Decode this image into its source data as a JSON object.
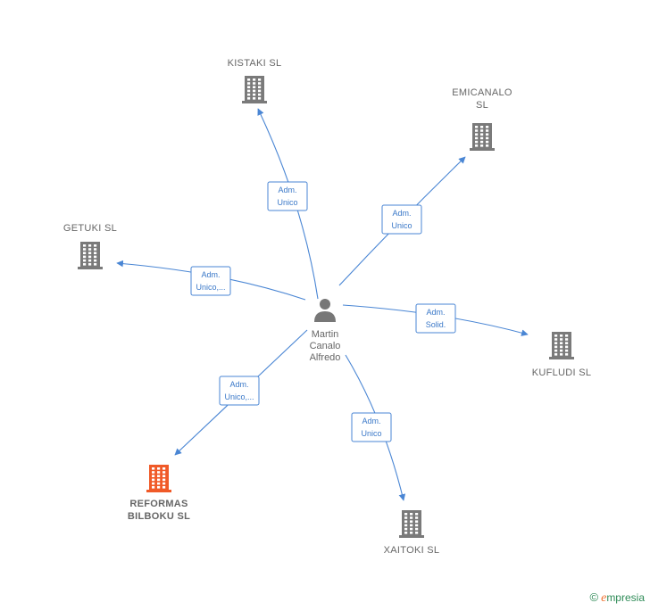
{
  "center": {
    "lines": [
      "Martin",
      "Canalo",
      "Alfredo"
    ]
  },
  "colors": {
    "edge": "#4a86d4",
    "company": "#7a7a7a",
    "highlight": "#f05a28",
    "person": "#777777"
  },
  "companies": [
    {
      "id": "kistaki",
      "lines": [
        "KISTAKI  SL"
      ],
      "highlight": false
    },
    {
      "id": "emicanalo",
      "lines": [
        "EMICANALO",
        "SL"
      ],
      "highlight": false
    },
    {
      "id": "getuki",
      "lines": [
        "GETUKI  SL"
      ],
      "highlight": false
    },
    {
      "id": "kufludi",
      "lines": [
        "KUFLUDI  SL"
      ],
      "highlight": false
    },
    {
      "id": "reformas-bilboku",
      "lines": [
        "REFORMAS",
        "BILBOKU  SL"
      ],
      "highlight": true
    },
    {
      "id": "xaitoki",
      "lines": [
        "XAITOKI  SL"
      ],
      "highlight": false
    }
  ],
  "edges": [
    {
      "to": "kistaki",
      "lines": [
        "Adm.",
        "Unico"
      ]
    },
    {
      "to": "emicanalo",
      "lines": [
        "Adm.",
        "Unico"
      ]
    },
    {
      "to": "getuki",
      "lines": [
        "Adm.",
        "Unico,..."
      ]
    },
    {
      "to": "kufludi",
      "lines": [
        "Adm.",
        "Solid."
      ]
    },
    {
      "to": "reformas-bilboku",
      "lines": [
        "Adm.",
        "Unico,..."
      ]
    },
    {
      "to": "xaitoki",
      "lines": [
        "Adm.",
        "Unico"
      ]
    }
  ],
  "brand": {
    "copyright": "©",
    "e": "e",
    "rest": "mpresia"
  }
}
